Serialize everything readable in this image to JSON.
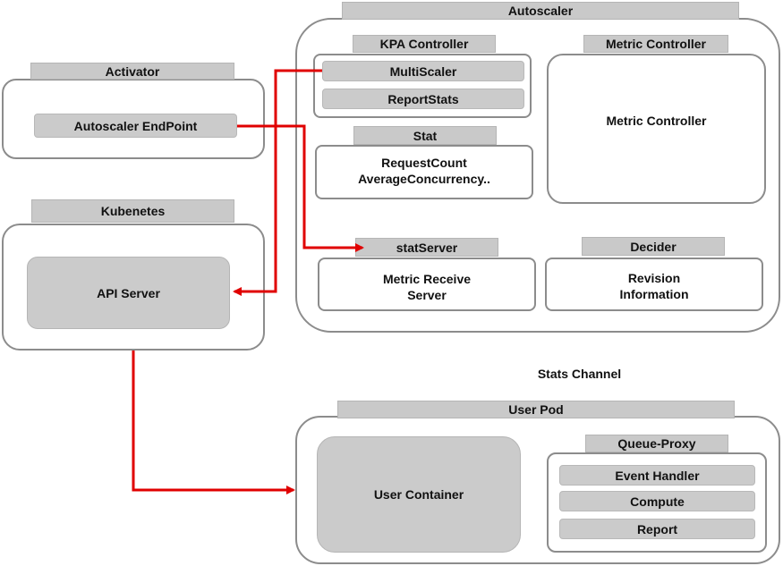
{
  "autoscaler": {
    "title": "Autoscaler",
    "kpa": {
      "title": "KPA Controller",
      "multiscaler": "MultiScaler",
      "reportstats": "ReportStats"
    },
    "metric": {
      "title": "Metric Controller",
      "body": "Metric Controller"
    },
    "stat": {
      "title": "Stat",
      "line1": "RequestCount",
      "line2": "AverageConcurrency.."
    },
    "statserver": {
      "title": "statServer",
      "line1": "Metric Receive",
      "line2": "Server"
    },
    "decider": {
      "title": "Decider",
      "line1": "Revision",
      "line2": "Information"
    }
  },
  "activator": {
    "title": "Activator",
    "endpoint": "Autoscaler EndPoint"
  },
  "kubernetes": {
    "title": "Kubenetes",
    "api": "API Server"
  },
  "stats_channel": "Stats Channel",
  "userpod": {
    "title": "User Pod",
    "container": "User Container",
    "queue_proxy": {
      "title": "Queue-Proxy",
      "items": [
        "Event Handler",
        "Compute",
        "Report"
      ]
    }
  },
  "colors": {
    "arrow": "#e00000",
    "border": "#8c8c8c",
    "fill": "#cbcbcb"
  }
}
